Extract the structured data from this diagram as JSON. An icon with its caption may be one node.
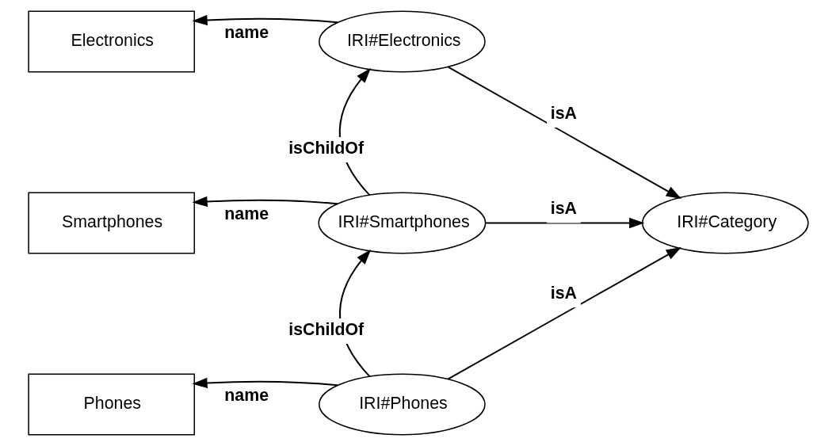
{
  "diagram": {
    "nodes": [
      {
        "text": [
          "Electronics"
        ]
      },
      {
        "text": [
          "IRI#Electronics"
        ]
      },
      {
        "text": [
          "IRI#Category"
        ]
      },
      {
        "text": [
          "Smartphones"
        ]
      },
      {
        "text": [
          "IRI#Smartphones"
        ]
      },
      {
        "text": [
          "Phones"
        ]
      },
      {
        "text": [
          "IRI#Phones"
        ]
      }
    ],
    "edges": [
      {
        "from": 1,
        "to": 0,
        "arrow": "to",
        "label": "name"
      },
      {
        "from": 1,
        "to": 2,
        "arrow": "to",
        "label": "isA"
      },
      {
        "from": 4,
        "to": 1,
        "arrow": "to",
        "label": "isChildOf"
      },
      {
        "from": 4,
        "to": 3,
        "arrow": "to",
        "label": "name"
      },
      {
        "from": 4,
        "to": 2,
        "arrow": "to",
        "label": "isA"
      },
      {
        "from": 6,
        "to": 5,
        "arrow": "to",
        "label": "name"
      },
      {
        "from": 6,
        "to": 4,
        "arrow": "to",
        "label": "isChildOf"
      },
      {
        "from": 6,
        "to": 2,
        "arrow": "to",
        "label": "isA"
      }
    ]
  }
}
